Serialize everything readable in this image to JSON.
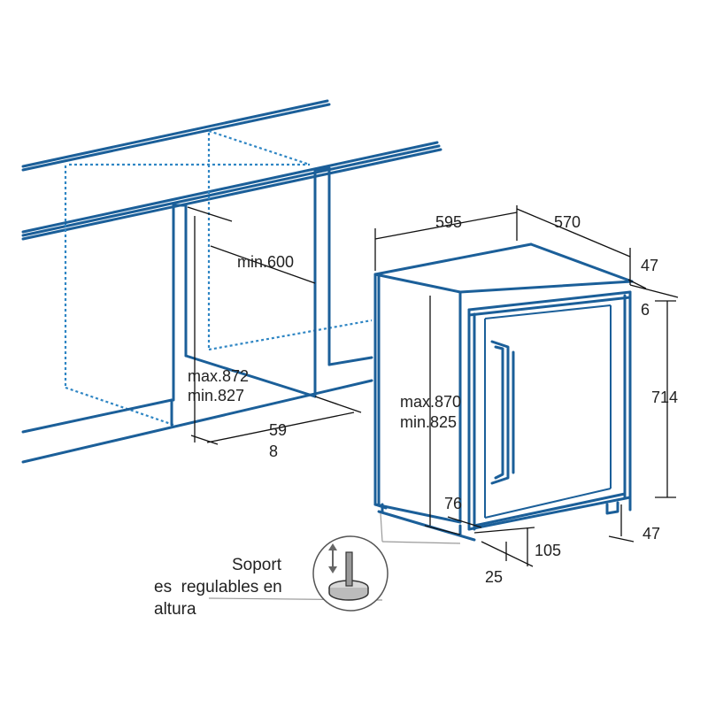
{
  "colors": {
    "outline": "#1b5f99",
    "dashed": "#2f86c4",
    "dimension_line": "#111111",
    "text": "#222222"
  },
  "cabinet": {
    "min_height_label": "min.600",
    "niche_height_max": "max.872",
    "niche_height_min": "min.827",
    "niche_depth_a": "59",
    "niche_depth_b": "8"
  },
  "appliance": {
    "width": "595",
    "depth": "570",
    "door_offset_top": "47",
    "door_gap": "6",
    "height_max": "max.870",
    "height_min": "min.825",
    "door_height": "714",
    "foot_setback": "76",
    "foot_height": "105",
    "foot_offset": "25",
    "bottom_right": "47"
  },
  "callout": {
    "line1": "Soport",
    "line2": "es  regulables en",
    "line3": "altura",
    "icon": "adjustable-foot-icon"
  }
}
